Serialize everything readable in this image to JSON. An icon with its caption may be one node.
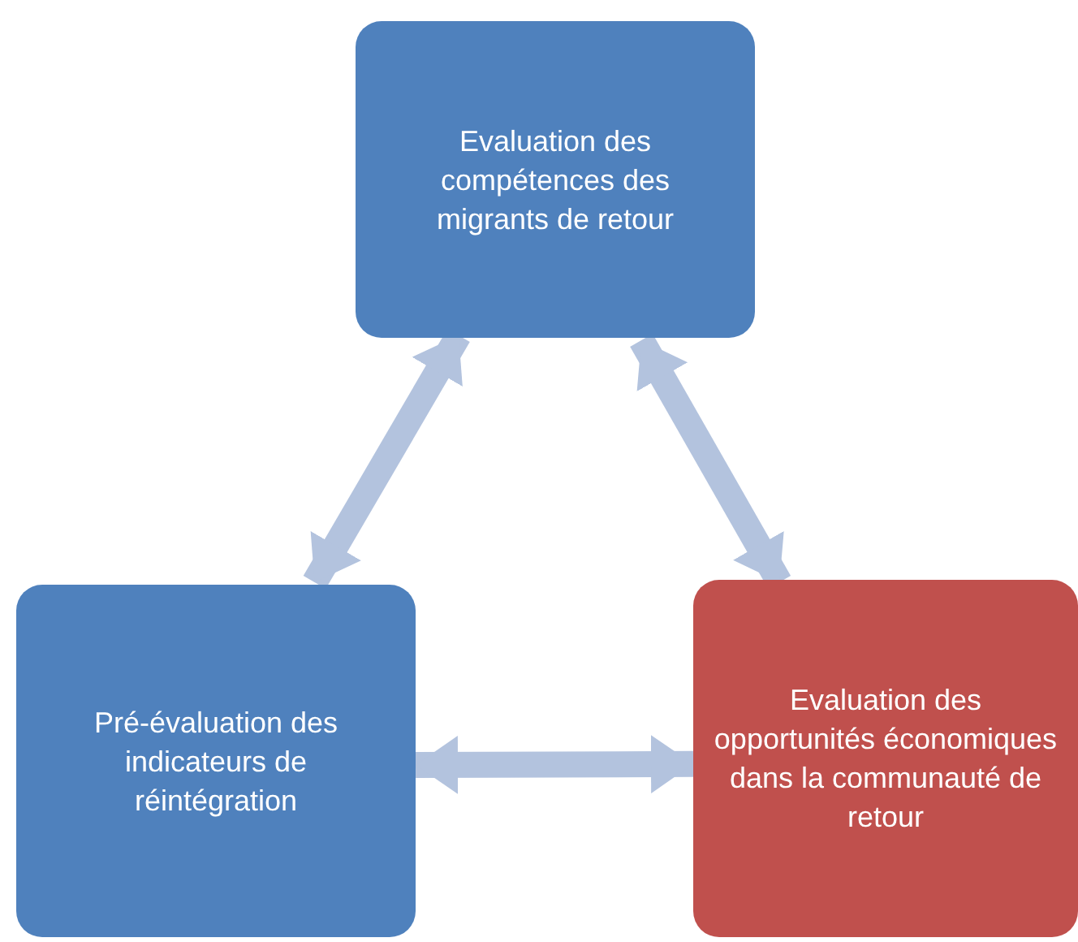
{
  "diagram": {
    "nodes": [
      {
        "text": [
          "Evaluation des compétences des migrants de retour"
        ]
      },
      {
        "text": [
          "Pré-évaluation des indicateurs de réintégration"
        ]
      },
      {
        "text": [
          "Evaluation des opportunités économiques dans la communauté de retour"
        ]
      }
    ],
    "edges": [
      {
        "from": 0,
        "to": 1,
        "arrow": "both"
      },
      {
        "from": 0,
        "to": 2,
        "arrow": "both"
      },
      {
        "from": 1,
        "to": 2,
        "arrow": "both"
      }
    ]
  }
}
